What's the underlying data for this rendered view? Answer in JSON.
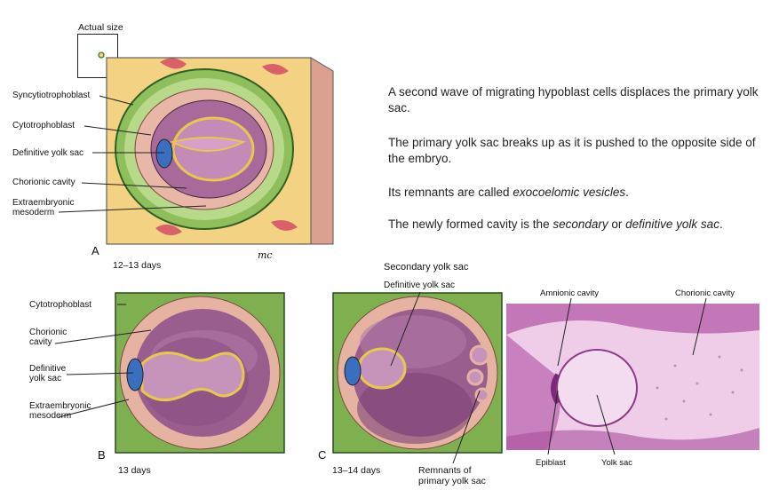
{
  "figure_a": {
    "actual_size_label": "Actual size",
    "labels": {
      "syncytiotrophoblast": "Syncytiotrophoblast",
      "cytotrophoblast": "Cytotrophoblast",
      "definitive_yolk_sac": "Definitive yolk sac",
      "chorionic_cavity": "Chorionic cavity",
      "extraembryonic_mesoderm_line1": "Extraembryonic",
      "extraembryonic_mesoderm_line2": "mesoderm"
    },
    "letter": "A",
    "age": "12–13 days",
    "signature": "mc"
  },
  "text_block": {
    "p1": "A second wave of migrating hypoblast cells displaces the primary yolk sac.",
    "p2": "The primary yolk sac breaks up as it is pushed to the opposite side of the embryo.",
    "p3_prefix": "Its remnants are called ",
    "p3_term": "exocoelomic vesicles",
    "p3_suffix": ".",
    "p4_prefix": "The newly formed cavity is the ",
    "p4_term1": "secondary",
    "p4_mid": " or ",
    "p4_term2": "definitive yolk sac",
    "p4_suffix": "."
  },
  "figure_b": {
    "labels": {
      "cytotrophoblast": "Cytotrophoblast",
      "chorionic_line1": "Chorionic",
      "chorionic_line2": "cavity",
      "definitive_line1": "Definitive",
      "definitive_line2": "yolk sac",
      "extraembryonic_line1": "Extraembryonic",
      "extraembryonic_line2": "mesoderm"
    },
    "letter": "B",
    "age": "13 days"
  },
  "figure_c": {
    "title": "Secondary yolk sac",
    "definitive_label": "Definitive yolk sac",
    "letter": "C",
    "age": "13–14 days",
    "remnants_line1": "Remnants of",
    "remnants_line2": "primary yolk sac"
  },
  "micrograph": {
    "amnionic_cavity": "Amnionic cavity",
    "chorionic_cavity": "Chorionic cavity",
    "epiblast": "Epiblast",
    "yolk_sac": "Yolk sac"
  },
  "colors": {
    "tissue_yellow": "#f1cf7c",
    "mesoderm_green": "#6fa03c",
    "pink_layer": "#e7b3a6",
    "cavity_purple": "#9a5e8e",
    "histology_pink": "#e7b4dc"
  }
}
